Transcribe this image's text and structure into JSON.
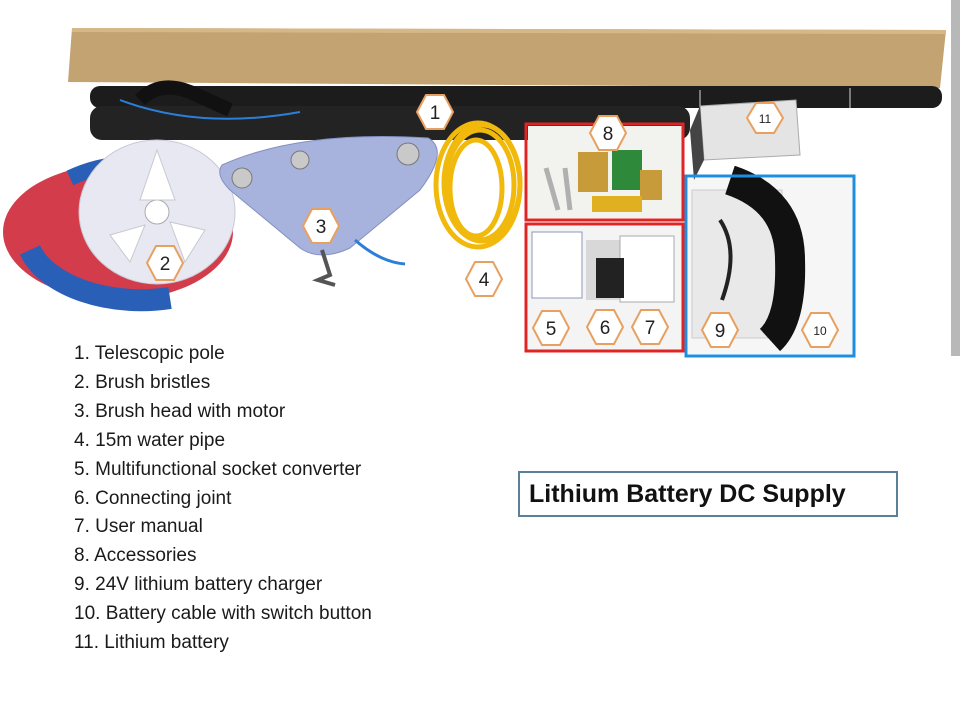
{
  "callouts": [
    "1",
    "2",
    "3",
    "4",
    "5",
    "6",
    "7",
    "8",
    "9",
    "10",
    "11"
  ],
  "parts": [
    "1. Telescopic pole",
    "2. Brush bristles",
    "3. Brush head with motor",
    "4. 15m water pipe",
    "5. Multifunctional socket converter",
    "6. Connecting joint",
    "7. User manual",
    "8. Accessories",
    "9. 24V lithium battery charger",
    "10. Battery cable with switch button",
    "11. Lithium battery"
  ],
  "title": "Lithium Battery DC Supply",
  "colors": {
    "red_frame": "#e02424",
    "blue_frame": "#1e8fe0",
    "callout_stroke": "#e8a060",
    "box": "#c4a372"
  }
}
